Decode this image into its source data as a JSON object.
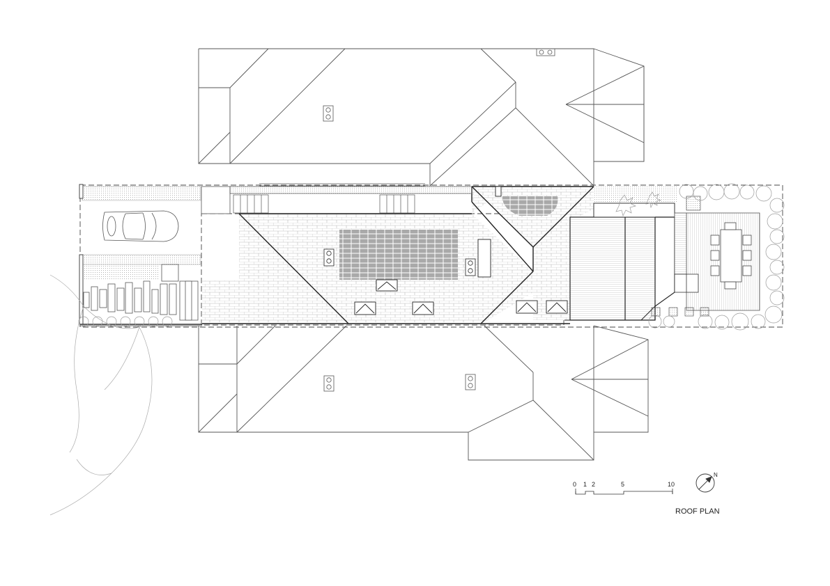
{
  "drawing": {
    "title": "ROOF PLAN",
    "scale_bar": {
      "ticks": [
        "0",
        "1",
        "2",
        "5",
        "10"
      ]
    },
    "north_arrow": {
      "label": "N"
    }
  },
  "colors": {
    "line": "#333333",
    "light_line": "#888888",
    "hatch": "#b9b9b9",
    "solar_panel": "#a9a9a9",
    "foliage": "#9a9a9a"
  }
}
